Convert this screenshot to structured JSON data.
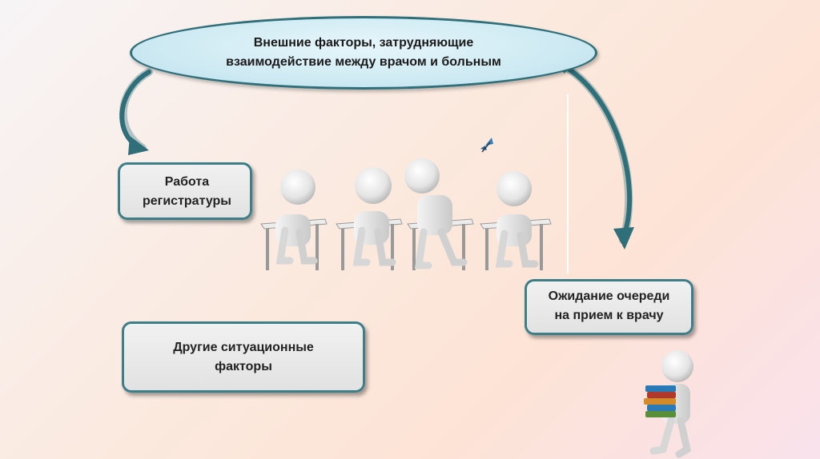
{
  "header": {
    "line1": "Внешние факторы, затрудняющие",
    "line2": "взаимодействие  между врачом и больным"
  },
  "boxes": {
    "registry": {
      "line1": "Работа",
      "line2": "регистратуры"
    },
    "waiting": {
      "line1": "Ожидание очереди",
      "line2": "на прием   к врачу"
    },
    "other": {
      "line1": "Другие ситуационные",
      "line2": "факторы"
    }
  },
  "colors": {
    "arrow": "#2f6f7a",
    "box_border": "#3d7f89",
    "ellipse_fill": "#cfeaf3"
  },
  "icons": [
    "students-at-desks-illustration",
    "butterfly-icon",
    "person-carrying-books-illustration"
  ]
}
